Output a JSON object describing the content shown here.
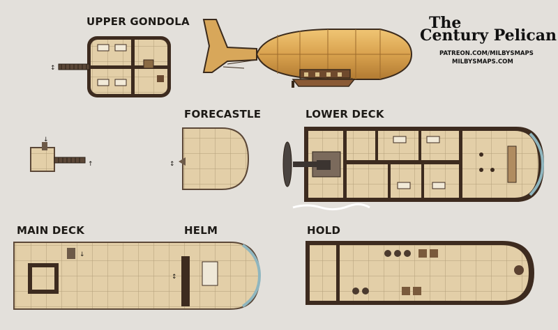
{
  "map_title": {
    "line1": "The",
    "line2": "Century Pelican"
  },
  "credits": {
    "patreon": "PATREON.COM/MILBYSMAPS",
    "site": "MILBYSMAPS.COM"
  },
  "sections": {
    "upper_gondola": "UPPER GONDOLA",
    "forecastle": "FORECASTLE",
    "lower_deck": "LOWER DECK",
    "main_deck": "MAIN DECK",
    "helm": "HELM",
    "hold": "HOLD"
  },
  "colors": {
    "background": "#e3e0db",
    "floor": "#e3cfa8",
    "grid": "#b29d78",
    "wall": "#3d2b1f",
    "balloon": "#d9a24e",
    "window_trim": "#8fb6bf"
  }
}
